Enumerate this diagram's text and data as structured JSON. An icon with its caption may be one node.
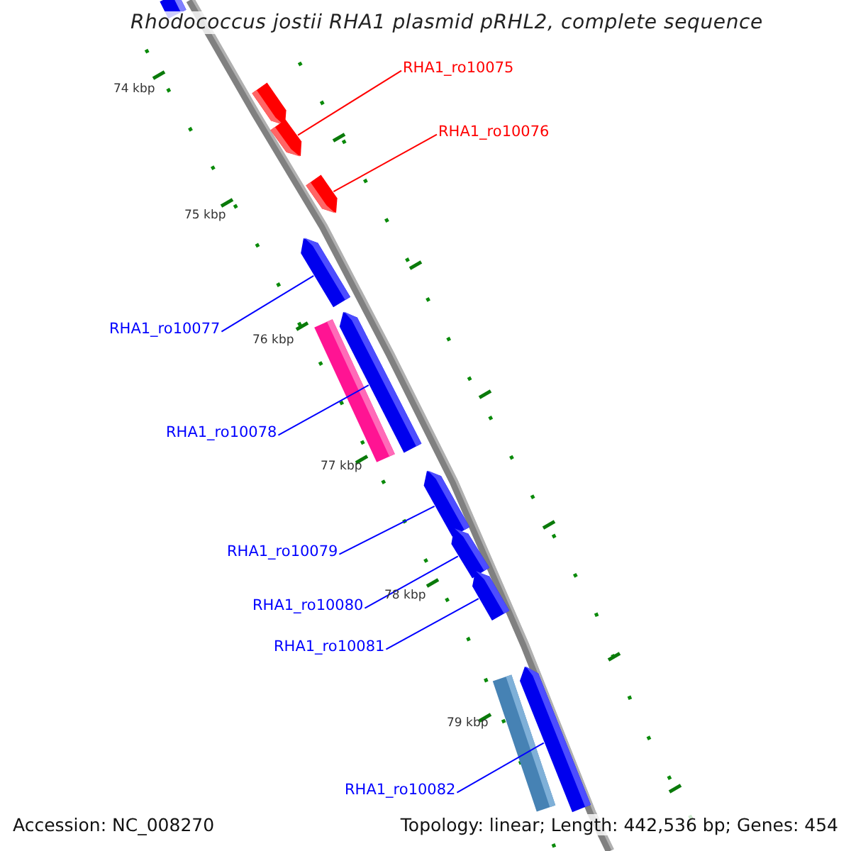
{
  "diagram": {
    "title": "Rhodococcus jostii RHA1 plasmid pRHL2, complete sequence",
    "nodes": [
      {
        "text": [],
        "shape": "bar"
      },
      {
        "text": [],
        "shape": "bar"
      },
      {
        "text": [
          "RHA1_ro10075"
        ]
      },
      {
        "text": [],
        "shape": "bar"
      },
      {
        "text": [
          "RHA1_ro10076"
        ]
      },
      {
        "text": [],
        "shape": "bar"
      },
      {
        "text": [],
        "shape": "bar"
      },
      {
        "text": [
          "RHA1_ro10077"
        ]
      },
      {
        "text": [],
        "shape": "bar"
      },
      {
        "text": [],
        "shape": "bar"
      },
      {
        "text": [
          "RHA1_ro10078"
        ]
      },
      {
        "text": [],
        "shape": "bar"
      },
      {
        "text": [
          "RHA1_ro10079"
        ]
      },
      {
        "text": [],
        "shape": "bar"
      },
      {
        "text": [
          "RHA1_ro10080"
        ]
      },
      {
        "text": [],
        "shape": "bar"
      },
      {
        "text": [
          "RHA1_ro10081"
        ]
      },
      {
        "text": [],
        "shape": "bar"
      },
      {
        "text": [],
        "shape": "bar"
      },
      {
        "text": [
          "RHA1_ro10082"
        ]
      }
    ],
    "edges": [
      {
        "from": 2,
        "to": 3,
        "arrow": "none",
        "color": "#ff0000"
      },
      {
        "from": 4,
        "to": 5,
        "arrow": "none",
        "color": "#ff0000"
      },
      {
        "from": 7,
        "to": 6,
        "arrow": "none"
      },
      {
        "from": 10,
        "to": 9,
        "arrow": "none"
      },
      {
        "from": 12,
        "to": 11,
        "arrow": "none"
      },
      {
        "from": 14,
        "to": 13,
        "arrow": "none"
      },
      {
        "from": 16,
        "to": 15,
        "arrow": "none"
      },
      {
        "from": 19,
        "to": 18,
        "arrow": "none"
      }
    ],
    "labels": [
      "74 kbp",
      "75 kbp",
      "76 kbp",
      "77 kbp",
      "78 kbp",
      "79 kbp",
      "Accession: NC_008270",
      "Topology: linear; Length: 442,536 bp; Genes: 454"
    ]
  }
}
